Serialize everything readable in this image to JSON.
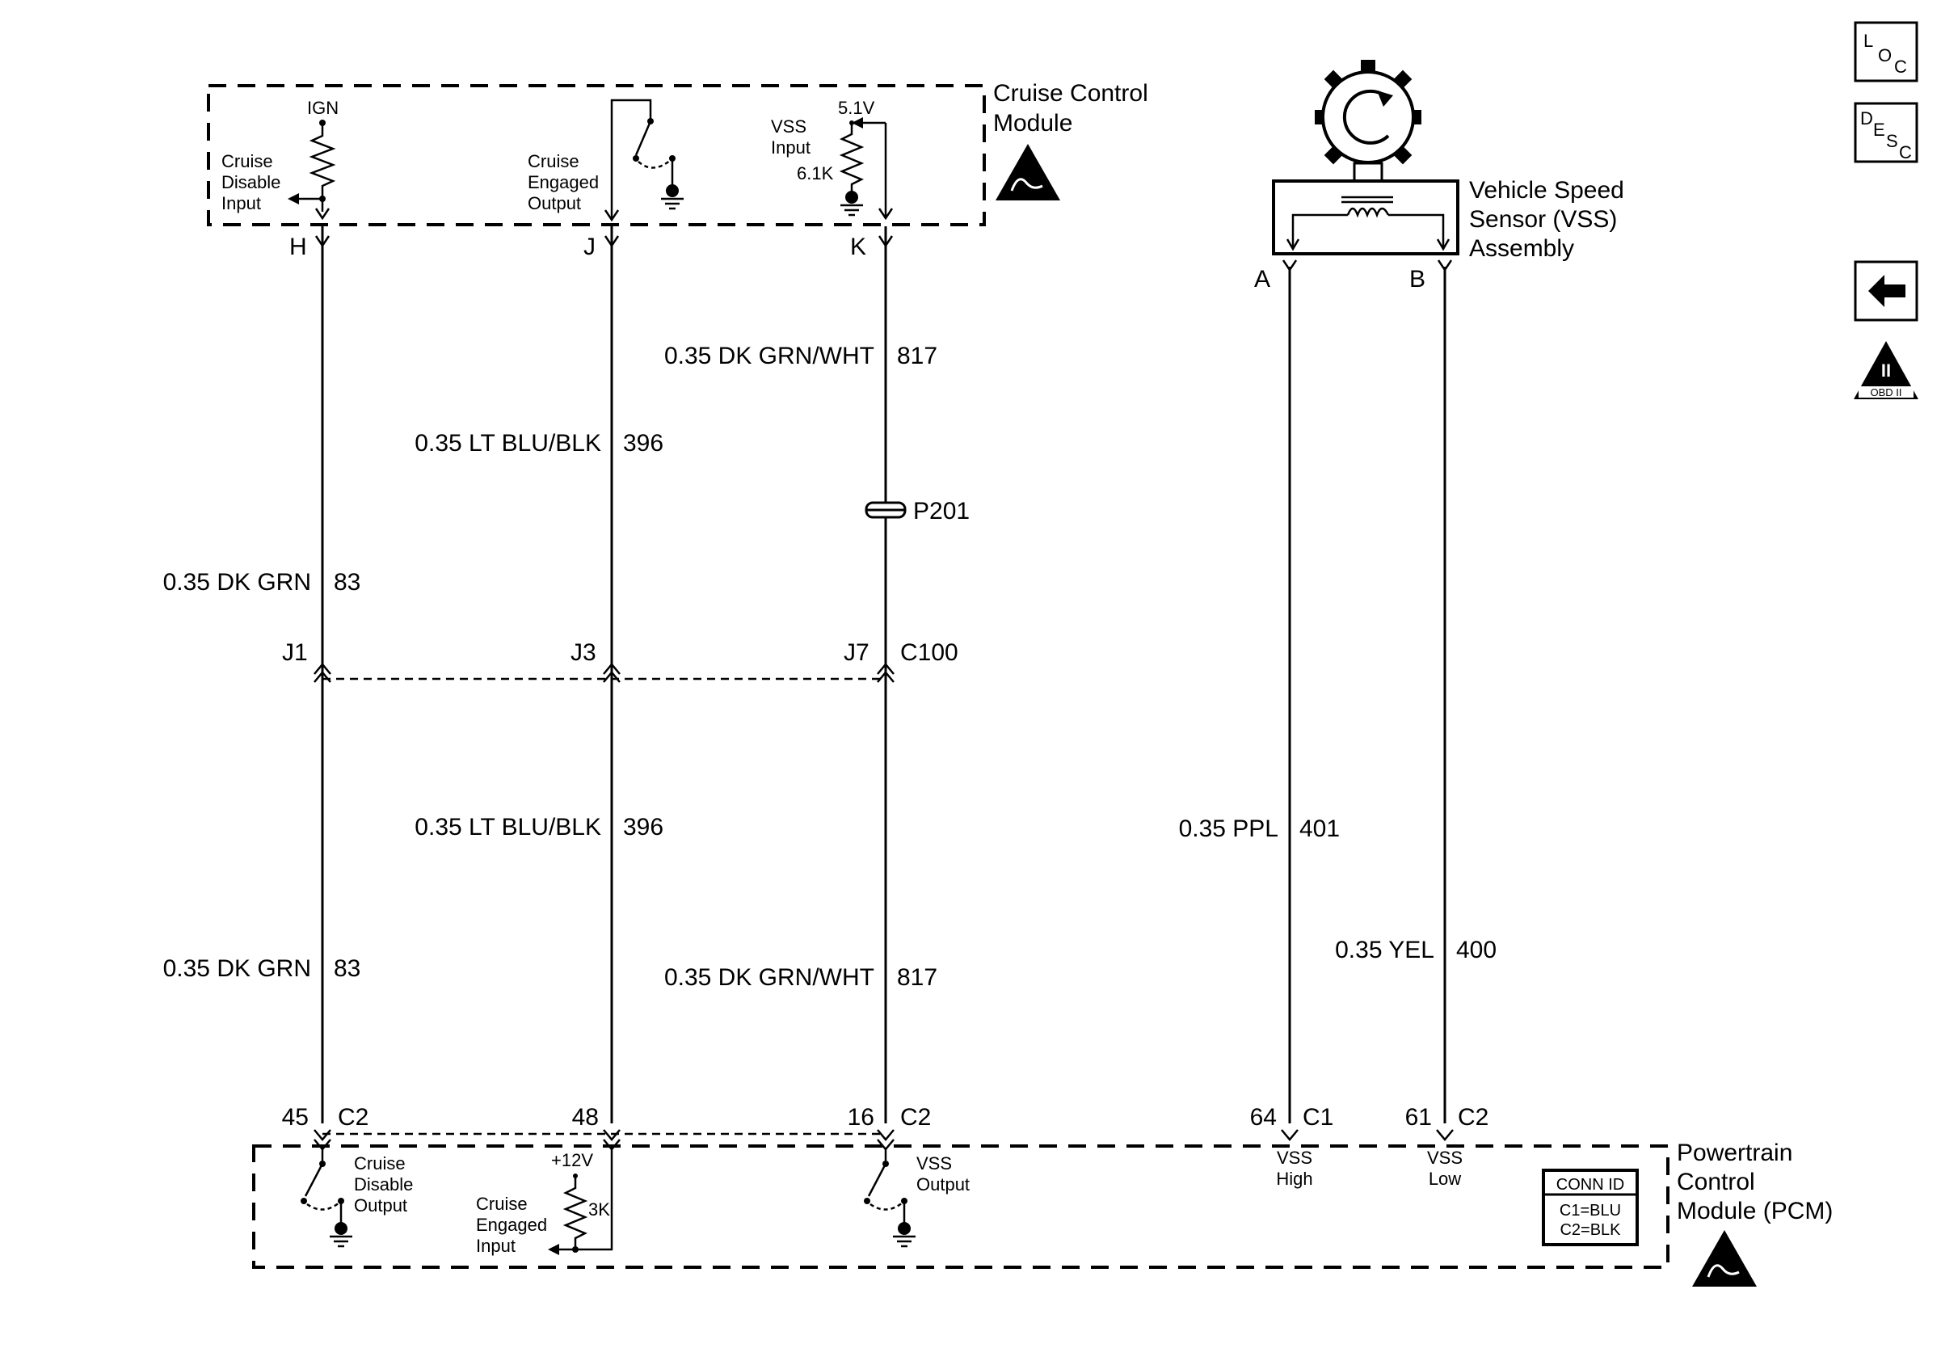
{
  "modules": {
    "ccm_title_1": "Cruise Control",
    "ccm_title_2": "Module",
    "pcm_title_1": "Powertrain",
    "pcm_title_2": "Control",
    "pcm_title_3": "Module (PCM)",
    "vss_title_1": "Vehicle Speed",
    "vss_title_2": "Sensor (VSS)",
    "vss_title_3": "Assembly"
  },
  "ccm": {
    "ign": "IGN",
    "cruise_disable_1": "Cruise",
    "cruise_disable_2": "Disable",
    "cruise_disable_3": "Input",
    "cruise_engaged_1": "Cruise",
    "cruise_engaged_2": "Engaged",
    "cruise_engaged_3": "Output",
    "vss_input_1": "VSS",
    "vss_input_2": "Input",
    "volt": "5.1V",
    "res": "6.1K",
    "pin_h": "H",
    "pin_j": "J",
    "pin_k": "K"
  },
  "vss": {
    "pin_a": "A",
    "pin_b": "B"
  },
  "wires": {
    "w83_top_color": "0.35 DK GRN",
    "w83_top_num": "83",
    "w396_top_color": "0.35 LT BLU/BLK",
    "w396_top_num": "396",
    "w817_top_color": "0.35 DK GRN/WHT",
    "w817_top_num": "817",
    "splice": "P201",
    "w83_bot_color": "0.35 DK GRN",
    "w83_bot_num": "83",
    "w396_bot_color": "0.35 LT BLU/BLK",
    "w396_bot_num": "396",
    "w817_bot_color": "0.35 DK GRN/WHT",
    "w817_bot_num": "817",
    "w401_color": "0.35 PPL",
    "w401_num": "401",
    "w400_color": "0.35 YEL",
    "w400_num": "400"
  },
  "connector_c100": {
    "j1": "J1",
    "j3": "J3",
    "j7": "J7",
    "name": "C100"
  },
  "pcm": {
    "pin45": "45",
    "pin45_conn": "C2",
    "pin48": "48",
    "pin16": "16",
    "pin16_conn": "C2",
    "pin64": "64",
    "pin64_conn": "C1",
    "pin61": "61",
    "pin61_conn": "C2",
    "cd_out_1": "Cruise",
    "cd_out_2": "Disable",
    "cd_out_3": "Output",
    "ce_in_1": "Cruise",
    "ce_in_2": "Engaged",
    "ce_in_3": "Input",
    "volt": "+12V",
    "res": "3K",
    "vss_out_1": "VSS",
    "vss_out_2": "Output",
    "vss_high_1": "VSS",
    "vss_high_2": "High",
    "vss_low_1": "VSS",
    "vss_low_2": "Low",
    "conn_id_title": "CONN ID",
    "conn_id_c1": "C1=BLU",
    "conn_id_c2": "C2=BLK"
  },
  "nav": {
    "loc_l": "L",
    "loc_o": "O",
    "loc_c": "C",
    "desc_d": "D",
    "desc_e": "E",
    "desc_s": "S",
    "desc_c": "C",
    "obd_ii": "II",
    "obd_label": "OBD II"
  }
}
